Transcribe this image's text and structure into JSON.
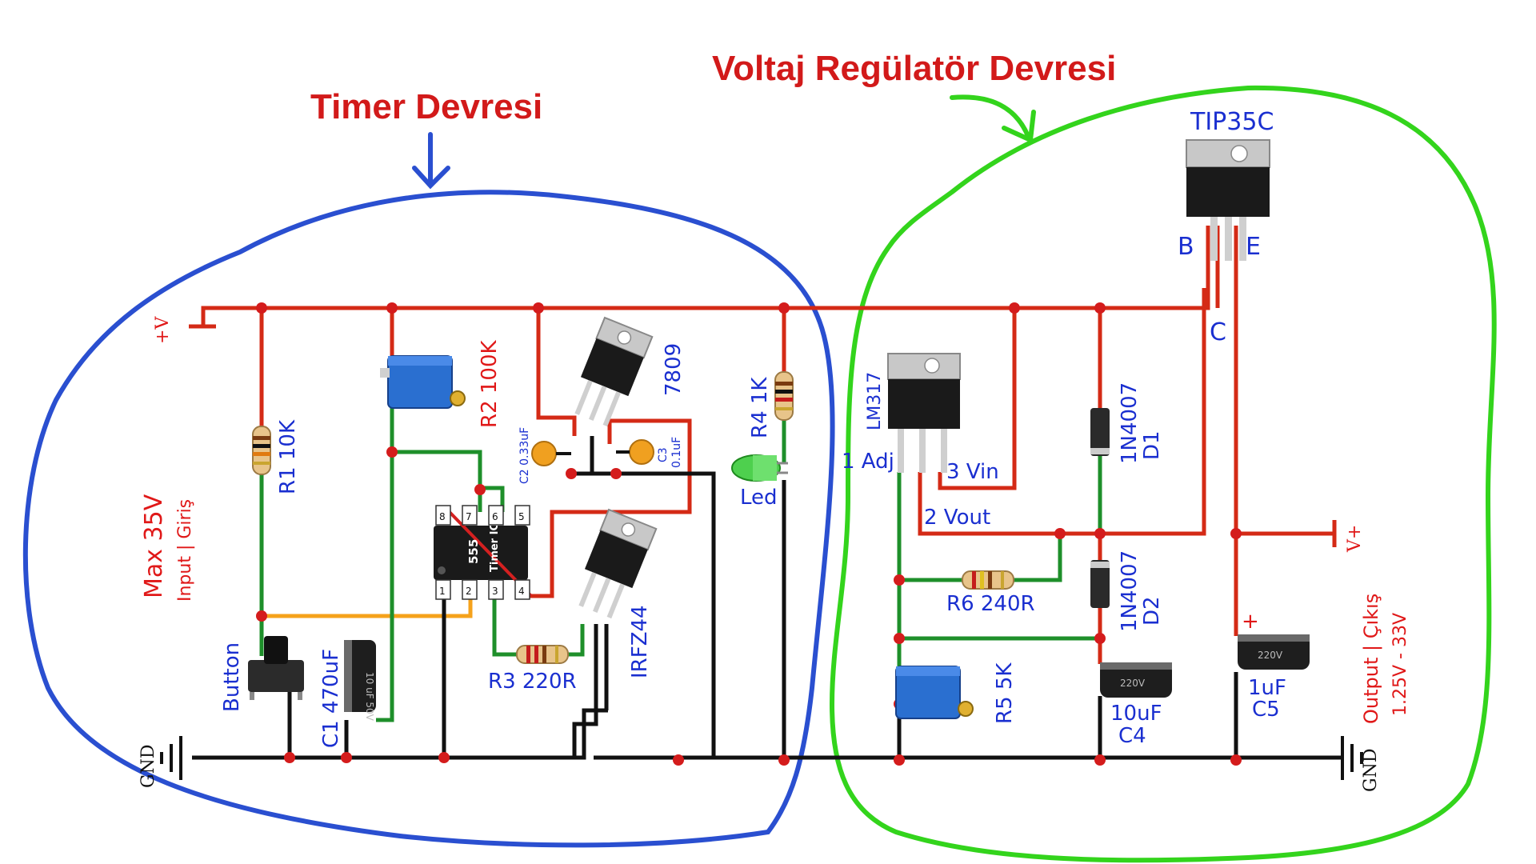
{
  "titles": {
    "timer": "Timer Devresi",
    "regulator": "Voltaj Regülatör Devresi"
  },
  "power": {
    "vin_symbol": "+V",
    "vout_symbol": "V+",
    "gnd_left": "GND",
    "gnd_right": "GND",
    "input_max": "Max 35V",
    "input_label": "Input | Giriş",
    "output_label": "Output | Çıkış",
    "output_range": "1.25V - 33V"
  },
  "components": {
    "r1": "R1 10K",
    "r2": "R2 100K",
    "r3": "R3 220R",
    "r4": "R4 1K",
    "r5": "R5 5K",
    "r6": "R6 240R",
    "c1": "C1 470uF",
    "c1_body": "10 uF 50V",
    "c2": "C2 0.33uF",
    "c3": "C3",
    "c3_value": "0.1uF",
    "c4_value": "10uF",
    "c4_name": "C4",
    "c5_value": "1uF",
    "c5_name": "C5",
    "cap_body_text": "220V",
    "c5_plus": "+",
    "button": "Button",
    "led": "Led",
    "ic": "555",
    "ic_sub": "Timer IC",
    "ic_pins_top": [
      "8",
      "7",
      "6",
      "5"
    ],
    "ic_pins_bottom": [
      "1",
      "2",
      "3",
      "4"
    ],
    "reg_7809": "7809",
    "mosfet": "IRFZ44",
    "lm317": "LM317",
    "lm317_adj": "1 Adj",
    "lm317_vin": "3 Vin",
    "lm317_vout": "2 Vout",
    "d1_part": "1N4007",
    "d1_name": "D1",
    "d2_part": "1N4007",
    "d2_name": "D2",
    "transistor": "TIP35C",
    "pin_b": "B",
    "pin_e": "E",
    "pin_c": "C"
  },
  "colors": {
    "title": "#d21a1a",
    "timer_outline": "#2a4fd0",
    "regulator_outline": "#33d41c",
    "label_blue": "#1a2fd0",
    "label_red": "#e01818",
    "wire_red": "#d42a16",
    "wire_black": "#111111",
    "wire_green": "#1e8f2a",
    "wire_orange": "#f5a21b"
  }
}
